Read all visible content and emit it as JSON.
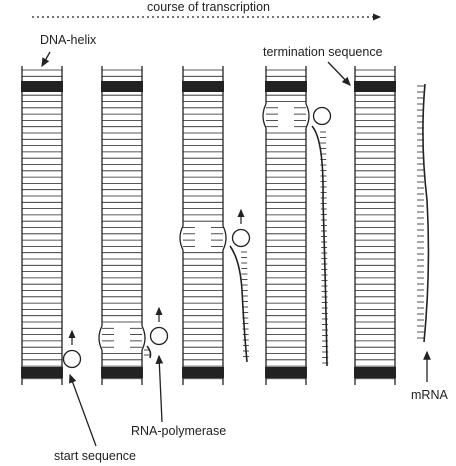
{
  "labels": {
    "course": "course of transcription",
    "dna_helix": "DNA-helix",
    "termination": "termination sequence",
    "rna_polymerase": "RNA-polymerase",
    "start": "start sequence",
    "mrna": "mRNA"
  },
  "stages": [
    {
      "id": "stage-1",
      "bubble": "none",
      "polymerase": "start",
      "rna": "none"
    },
    {
      "id": "stage-2",
      "bubble": "lower",
      "polymerase": "lower",
      "rna": "short"
    },
    {
      "id": "stage-3",
      "bubble": "middle",
      "polymerase": "middle",
      "rna": "medium"
    },
    {
      "id": "stage-4",
      "bubble": "upper",
      "polymerase": "upper",
      "rna": "long"
    },
    {
      "id": "stage-5",
      "bubble": "none",
      "polymerase": "released",
      "rna": "released"
    }
  ],
  "colors": {
    "ink": "#222222",
    "background": "#ffffff"
  }
}
